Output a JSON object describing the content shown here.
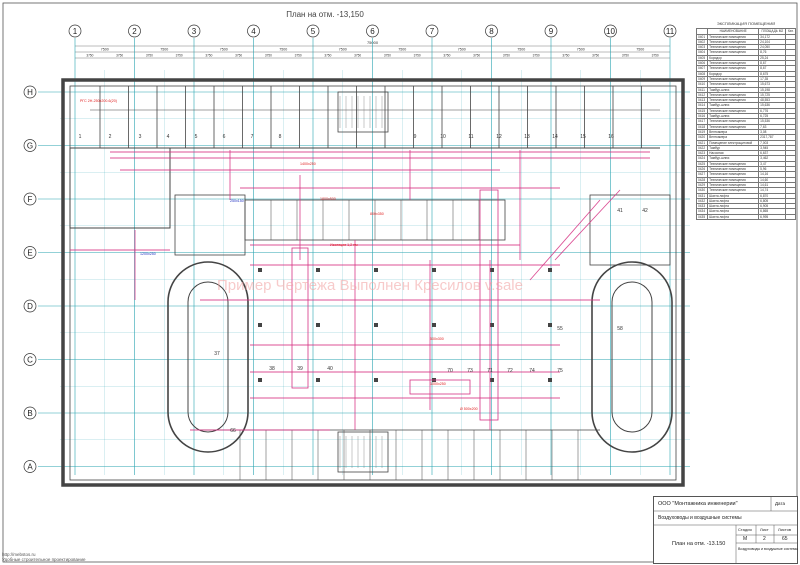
{
  "sheet_title": "План на отм. -13,150",
  "column_axes": [
    "1",
    "2",
    "3",
    "4",
    "5",
    "6",
    "7",
    "8",
    "9",
    "10",
    "11"
  ],
  "row_axes": [
    "H",
    "G",
    "F",
    "E",
    "D",
    "C",
    "B",
    "A"
  ],
  "overall_dimension": "75000",
  "bay_dimension": "7500",
  "half_bay_dimension": "3750",
  "room_numbers": [
    "55",
    "37",
    "38",
    "39",
    "40",
    "41",
    "42",
    "66",
    "74",
    "75",
    "71",
    "72",
    "73",
    "58",
    "70",
    "1",
    "2",
    "3",
    "4",
    "5",
    "6",
    "7",
    "8",
    "9",
    "10",
    "11",
    "12",
    "13",
    "14",
    "15",
    "16"
  ],
  "duct_labels": [
    "РГС 2Н-250х200-6(20)",
    "1400х250",
    "1800х500",
    "Изоляция 1,2 пм",
    "800х350",
    "500х300",
    "1200х250",
    "250х150",
    "1000х250",
    "Ø 500х200"
  ],
  "explication": {
    "title": "ЭКСПЛИКАЦИЯ ПОМЕЩЕНИЙ",
    "headers": [
      "",
      "НАИМЕНОВАНИЕ",
      "ПЛОЩАДЬ М2",
      "Кат."
    ],
    "rows": [
      [
        "0401",
        "Технические помещения",
        "34,172"
      ],
      [
        "0402",
        "Технические помещения",
        "24,104"
      ],
      [
        "0403",
        "Технические помещения",
        "24,050"
      ],
      [
        "0404",
        "Технические помещения",
        "8,76"
      ],
      [
        "0405",
        "Коридор",
        "25,24"
      ],
      [
        "0406",
        "Технические помещения",
        "8,67"
      ],
      [
        "0407",
        "Технические помещения",
        "8,67"
      ],
      [
        "0408",
        "Коридор",
        "8,675"
      ],
      [
        "0409",
        "Технические помещения",
        "17,35"
      ],
      [
        "0410",
        "Технические помещения",
        "15,673"
      ],
      [
        "0411",
        "Тамбур-шлюз",
        "15,198"
      ],
      [
        "0412",
        "Технические помещения",
        "15,725"
      ],
      [
        "0413",
        "Технические помещения",
        "48,553"
      ],
      [
        "0414",
        "Тамбур-шлюз",
        "15,636"
      ],
      [
        "0415",
        "Технические помещения",
        "6,776"
      ],
      [
        "0416",
        "Тамбур-шлюз",
        "6,725"
      ],
      [
        "0417",
        "Технические помещения",
        "15,536"
      ],
      [
        "0418",
        "Технические помещения",
        "7,63"
      ],
      [
        "0419",
        "Венткамера",
        "3,08"
      ],
      [
        "0420",
        "Венткамера",
        "2317,787"
      ],
      [
        "0421",
        "Помещение электрощитовой",
        "7,003"
      ],
      [
        "0422",
        "Тамбур",
        "3,945"
      ],
      [
        "0423",
        "Насосная",
        "6,637"
      ],
      [
        "0424",
        "Тамбур-шлюз",
        "3,462"
      ],
      [
        "0425",
        "Технические помещения",
        "3,47"
      ],
      [
        "0426",
        "Технические помещения",
        "5,96"
      ],
      [
        "0427",
        "Технические помещения",
        "14,16"
      ],
      [
        "0428",
        "Технические помещения",
        "14,60"
      ],
      [
        "0429",
        "Технические помещения",
        "14,61"
      ],
      [
        "0430",
        "Технические помещения",
        "14,74"
      ],
      [
        "0431",
        "Шахта лифта",
        "6,870"
      ],
      [
        "0432",
        "Шахта лифта",
        "6,805"
      ],
      [
        "0433",
        "Шахта лифта",
        "6,905"
      ],
      [
        "0434",
        "Шахта лифта",
        "6,865"
      ],
      [
        "0435",
        "Шахта лифта",
        "6,995"
      ]
    ]
  },
  "watermark": "Пример Чертежа Выполнен Кресилов v.sale",
  "title_block": {
    "company": "ООО \"Монтажника инженерии\"",
    "section": "Воздуховоды и воздушные системы",
    "sheet_name": "План на отм. -13.150",
    "stage_header": "Стадия",
    "sheet_header": "Лист",
    "sheets_header": "Листов",
    "stage": "М",
    "sheet": "2",
    "sheets": "65",
    "date_header": "Дата",
    "note_right": "Воздуховоды и воздушные системы"
  },
  "footer_url": "http://mebstos.ru",
  "footer_caption": "Удобные строительное проектирование",
  "colors": {
    "grid": "#29a3b0",
    "walls": "#444444",
    "ducts": "#d63384",
    "annotations": "#e02020",
    "blue_labels": "#2030c0",
    "watermark": "#f2a0a0"
  }
}
